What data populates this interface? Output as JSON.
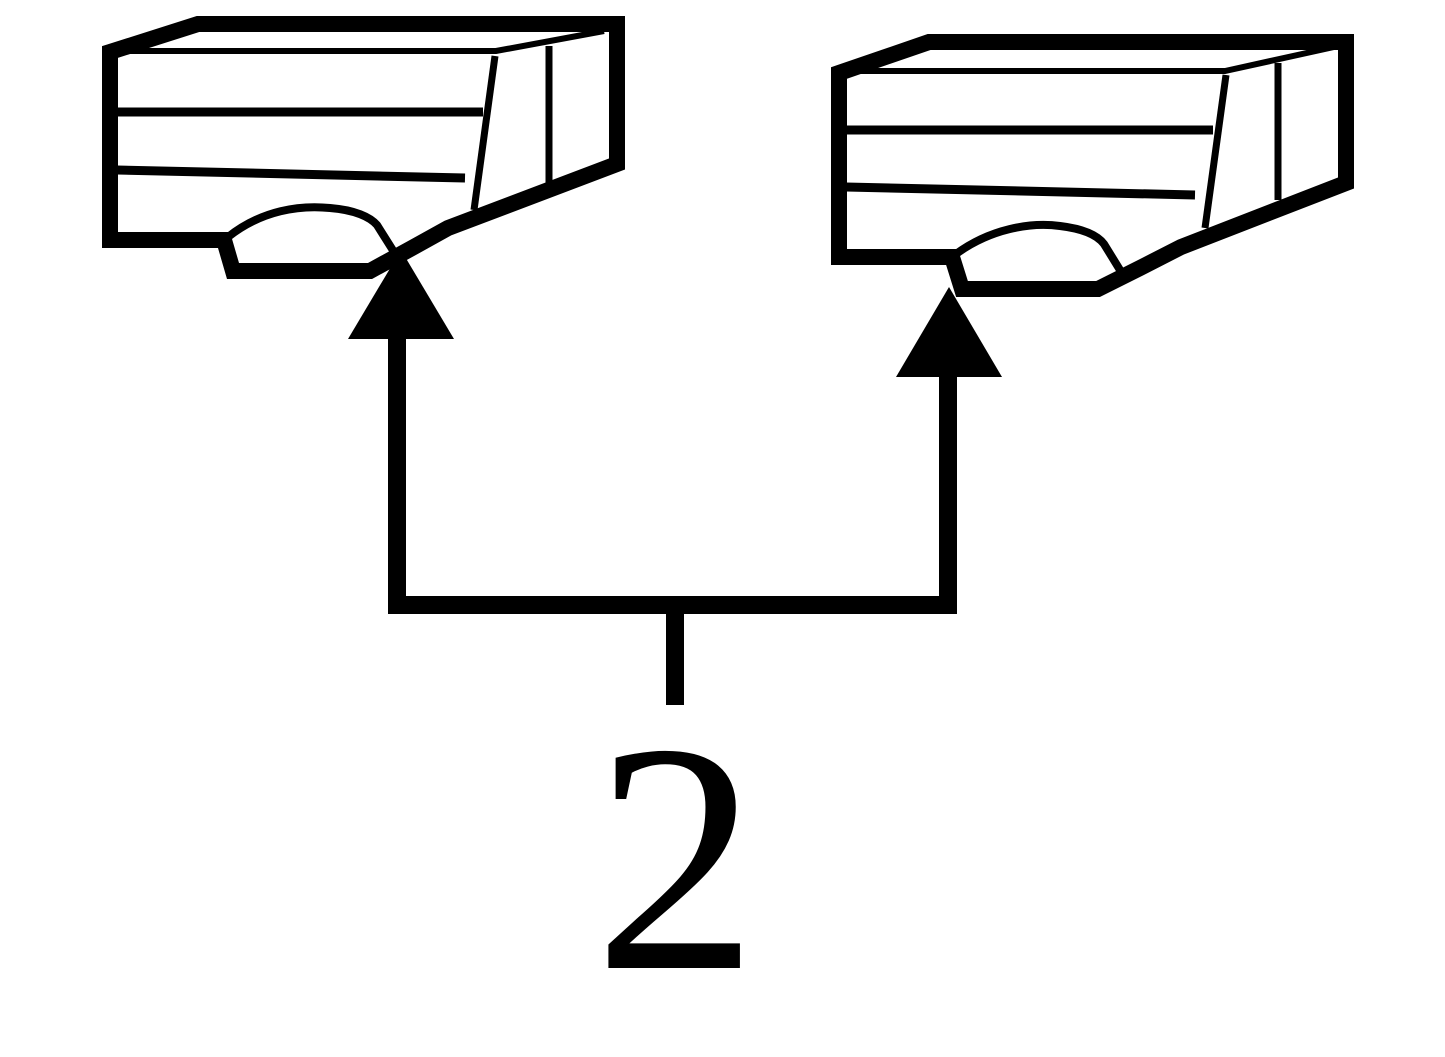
{
  "callout": {
    "label": "2"
  },
  "parts": [
    {
      "name": "left-connector",
      "depiction": "connector-plug-icon"
    },
    {
      "name": "right-connector",
      "depiction": "connector-plug-icon"
    }
  ],
  "colors": {
    "stroke": "#000000",
    "background": "#ffffff"
  }
}
